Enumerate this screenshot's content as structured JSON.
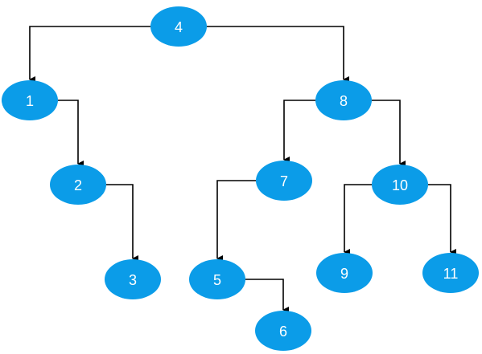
{
  "colors": {
    "node_fill": "#0B9CE8",
    "edge": "#000000",
    "label": "#ffffff"
  },
  "nodes": [
    {
      "id": "4",
      "label": "4"
    },
    {
      "id": "1",
      "label": "1"
    },
    {
      "id": "8",
      "label": "8"
    },
    {
      "id": "2",
      "label": "2"
    },
    {
      "id": "3",
      "label": "3"
    },
    {
      "id": "7",
      "label": "7"
    },
    {
      "id": "10",
      "label": "10"
    },
    {
      "id": "5",
      "label": "5"
    },
    {
      "id": "6",
      "label": "6"
    },
    {
      "id": "9",
      "label": "9"
    },
    {
      "id": "11",
      "label": "11"
    }
  ],
  "edges": [
    {
      "from": "4",
      "to": "1"
    },
    {
      "from": "4",
      "to": "8"
    },
    {
      "from": "1",
      "to": "2"
    },
    {
      "from": "2",
      "to": "3"
    },
    {
      "from": "8",
      "to": "7"
    },
    {
      "from": "8",
      "to": "10"
    },
    {
      "from": "7",
      "to": "5"
    },
    {
      "from": "5",
      "to": "6"
    },
    {
      "from": "10",
      "to": "9"
    },
    {
      "from": "10",
      "to": "11"
    }
  ]
}
